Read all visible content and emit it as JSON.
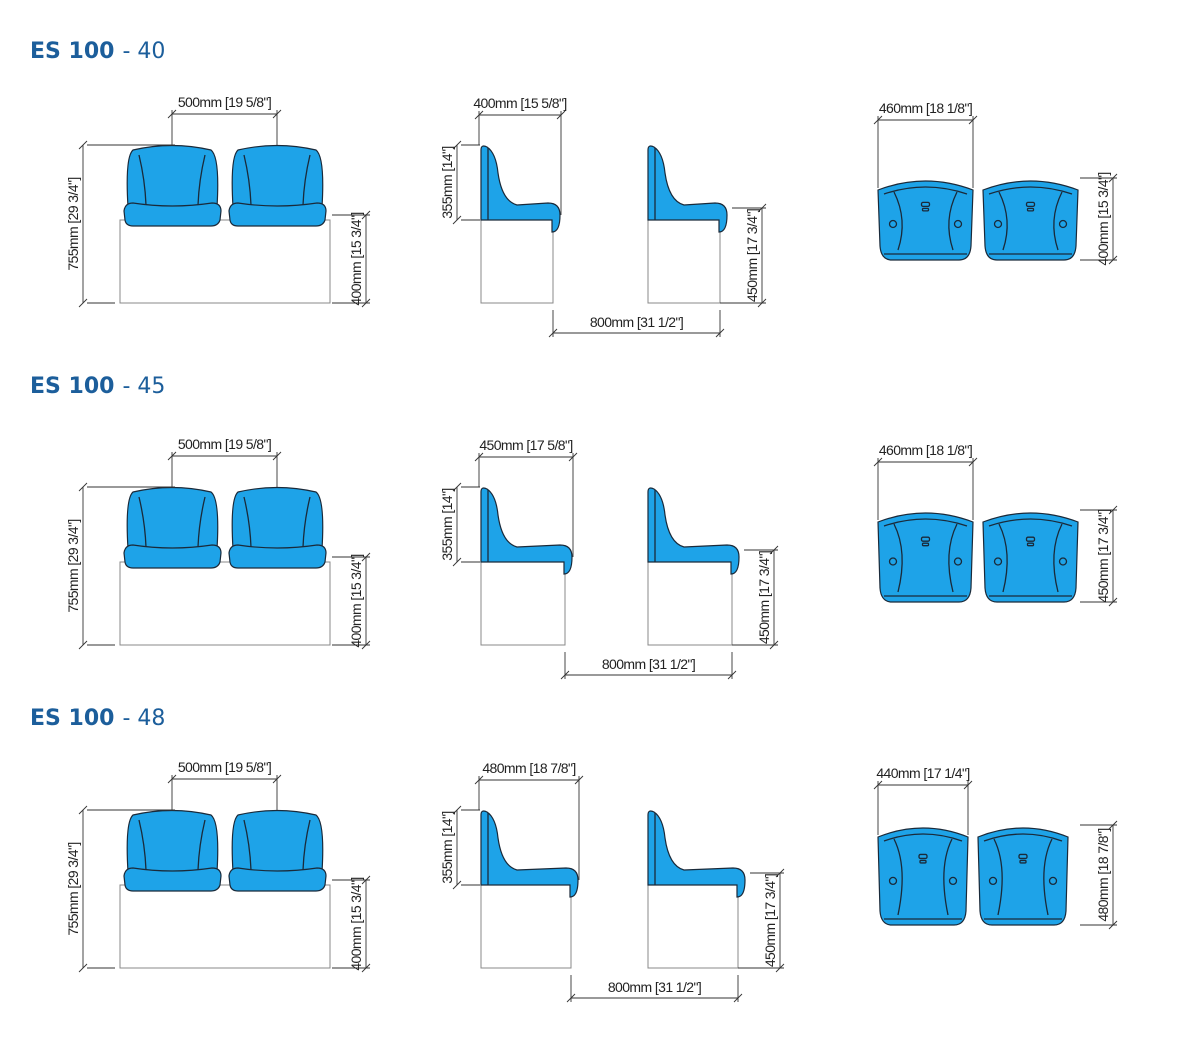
{
  "colors": {
    "title": "#1c5e9b",
    "seat": "#1ea3e8",
    "outline": "#1a2a3a"
  },
  "sections": [
    {
      "title_bold": "ES 100",
      "title_rest": "- 40",
      "front": {
        "width": "500mm [19 5/8\"]",
        "height": "755mm [29 3/4\"]",
        "seat_height": "400mm [15 3/4\"]"
      },
      "side": {
        "depth": "400mm [15 5/8\"]",
        "back": "355mm [14\"]",
        "seat_height": "450mm [17 3/4\"]",
        "pitch": "800mm [31 1/2\"]"
      },
      "top": {
        "width": "460mm [18 1/8\"]",
        "depth": "400mm [15 3/4\"]"
      }
    },
    {
      "title_bold": "ES 100",
      "title_rest": "- 45",
      "front": {
        "width": "500mm [19 5/8\"]",
        "height": "755mm [29 3/4\"]",
        "seat_height": "400mm [15 3/4\"]"
      },
      "side": {
        "depth": "450mm [17 5/8\"]",
        "back": "355mm [14\"]",
        "seat_height": "450mm [17 3/4\"]",
        "pitch": "800mm [31 1/2\"]"
      },
      "top": {
        "width": "460mm [18 1/8\"]",
        "depth": "450mm [17 3/4\"]"
      }
    },
    {
      "title_bold": "ES 100",
      "title_rest": "- 48",
      "front": {
        "width": "500mm [19 5/8\"]",
        "height": "755mm [29 3/4\"]",
        "seat_height": "400mm [15 3/4\"]"
      },
      "side": {
        "depth": "480mm [18 7/8\"]",
        "back": "355mm [14\"]",
        "seat_height": "450mm [17 3/4\"]",
        "pitch": "800mm [31 1/2\"]"
      },
      "top": {
        "width": "440mm [17 1/4\"]",
        "depth": "480mm [18 7/8\"]"
      }
    }
  ]
}
